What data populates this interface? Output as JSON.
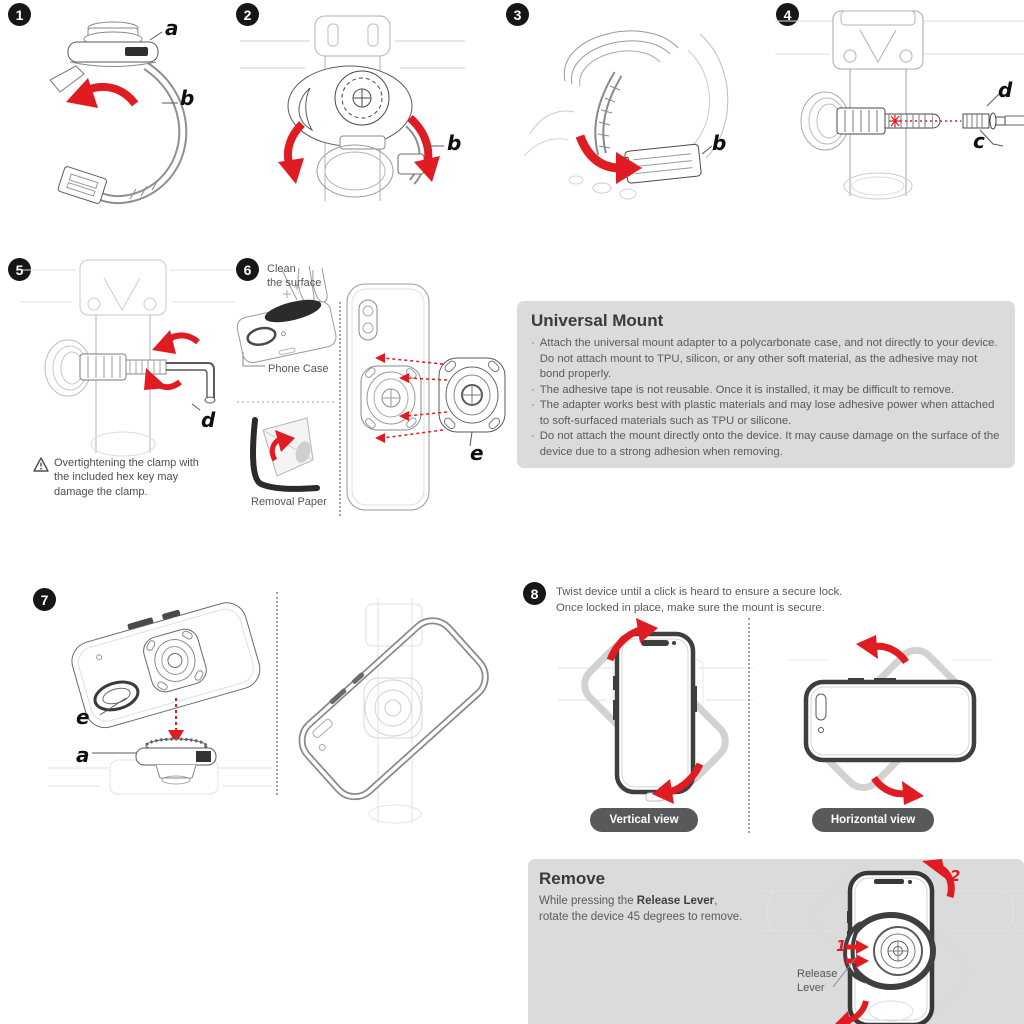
{
  "parts": {
    "a": "a",
    "b": "b",
    "c": "c",
    "d": "d",
    "e": "e"
  },
  "steps": {
    "s1": {
      "number": "1"
    },
    "s2": {
      "number": "2"
    },
    "s3": {
      "number": "3"
    },
    "s4": {
      "number": "4"
    },
    "s5": {
      "number": "5"
    },
    "s6": {
      "number": "6"
    },
    "s7": {
      "number": "7"
    },
    "s8": {
      "number": "8"
    }
  },
  "step5_warning": "Overtightening the clamp with the included hex key may damage the clamp.",
  "step6": {
    "clean_caption": "Clean\nthe surface",
    "phone_case_caption": "Phone Case",
    "removal_paper_caption": "Removal Paper"
  },
  "step8": {
    "line1": "Twist device until a click is heard to ensure a secure lock.",
    "line2": "Once locked in place, make sure the mount is secure.",
    "vertical_badge": "Vertical view",
    "horizontal_badge": "Horizontal view"
  },
  "universal_mount": {
    "title": "Universal Mount",
    "bullet_char": "·",
    "bullets": [
      "Attach the universal mount adapter to a polycarbonate case, and not directly to your device. Do not attach mount to TPU, silicon, or any other soft material, as the adhesive may not bond properly.",
      "The adhesive tape is not reusable. Once it is installed, it may be difficult to remove.",
      "The adapter works best with plastic materials and may lose adhesive power when attached to soft-surfaced materials such as TPU or silicone.",
      "Do not attach the mount directly onto the device. It may cause damage on the surface of the device due to a strong adhesion when removing."
    ]
  },
  "remove": {
    "title": "Remove",
    "body_prefix": "While pressing the ",
    "body_bold": "Release Lever",
    "body_suffix": ",",
    "body_line2": "rotate the device 45 degrees to remove.",
    "callout": "Release\nLever",
    "marker_1": "1",
    "marker_2": "2"
  },
  "colors": {
    "accent_red": "#e01b22",
    "panel_gray": "#dbdbdb",
    "badge_dark": "#161616",
    "pill_gray": "#58595b"
  }
}
